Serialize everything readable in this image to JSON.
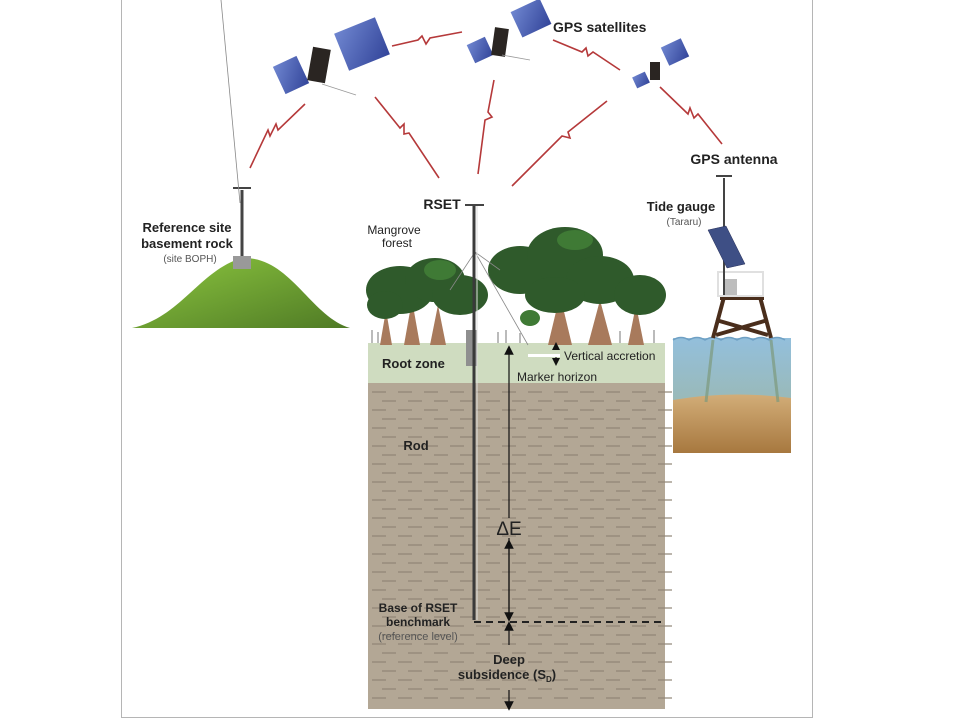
{
  "figure": {
    "title": "GPS satellites",
    "labels": {
      "gps_satellites": "GPS satellites",
      "gps_antenna": "GPS antenna",
      "reference_site_line1": "Reference site",
      "reference_site_line2": "basement rock",
      "reference_site_sub": "(site BOPH)",
      "rset": "RSET",
      "mangrove_line1": "Mangrove",
      "mangrove_line2": "forest",
      "tide_gauge": "Tide gauge",
      "tide_gauge_sub": "(Tararu)",
      "root_zone": "Root zone",
      "vertical_accretion": "Vertical accretion",
      "marker_horizon": "Marker horizon",
      "rod": "Rod",
      "delta_e": "ΔE",
      "base_line1": "Base of RSET",
      "base_line2": "benchmark",
      "base_sub": "(reference level)",
      "deep_line1": "Deep",
      "deep_line2": "subsidence (S",
      "deep_subscript": "D",
      "deep_close": ")"
    },
    "colors": {
      "signal": "#b5393a",
      "hill": "#7fb23a",
      "root_zone": "#cfdcc0",
      "soil": "#b3a795",
      "soil_dash": "#8f8576",
      "water": "#8fb6cf",
      "sand": "#c8a06a",
      "tower": "#4a2e1c",
      "panel": "#4a5fa8",
      "tree": "#2f5a2b",
      "trunk": "#a87a5c"
    }
  }
}
